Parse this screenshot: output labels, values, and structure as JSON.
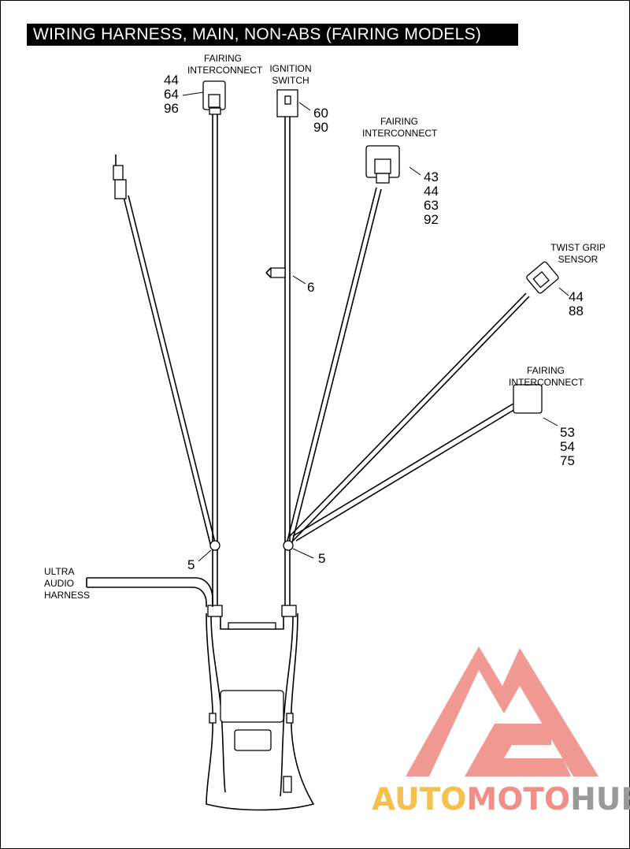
{
  "title": "WIRING HARNESS, MAIN, NON-ABS (FAIRING MODELS)",
  "callouts": {
    "fairing_interconnect_1": {
      "label": [
        "FAIRING",
        "INTERCONNECT"
      ],
      "numbers": [
        "44",
        "64",
        "96"
      ]
    },
    "ignition_switch": {
      "label": [
        "IGNITION",
        "SWITCH"
      ],
      "numbers": [
        "60",
        "90"
      ]
    },
    "fairing_interconnect_2": {
      "label": [
        "FAIRING",
        "INTERCONNECT"
      ],
      "numbers": [
        "43",
        "44",
        "63",
        "92"
      ]
    },
    "twist_grip_sensor": {
      "label": [
        "TWIST GRIP",
        "SENSOR"
      ],
      "numbers": [
        "44",
        "88"
      ]
    },
    "fairing_interconnect_3": {
      "label": [
        "FAIRING",
        "INTERCONNECT"
      ],
      "numbers": [
        "53",
        "54",
        "75"
      ]
    },
    "ultra_audio_harness": {
      "label": [
        "ULTRA",
        "AUDIO",
        "HARNESS"
      ]
    },
    "clip": {
      "number": "6"
    },
    "cable_strap_left": {
      "number": "5"
    },
    "cable_strap_right": {
      "number": "5"
    }
  },
  "watermark": {
    "parts": [
      "AUTO",
      "MOTO",
      "HUB"
    ],
    "colors": {
      "auto": "#f5c04d",
      "moto": "#ef8f88",
      "hub": "#9a9a9a",
      "logo": "#ef8f88"
    }
  }
}
